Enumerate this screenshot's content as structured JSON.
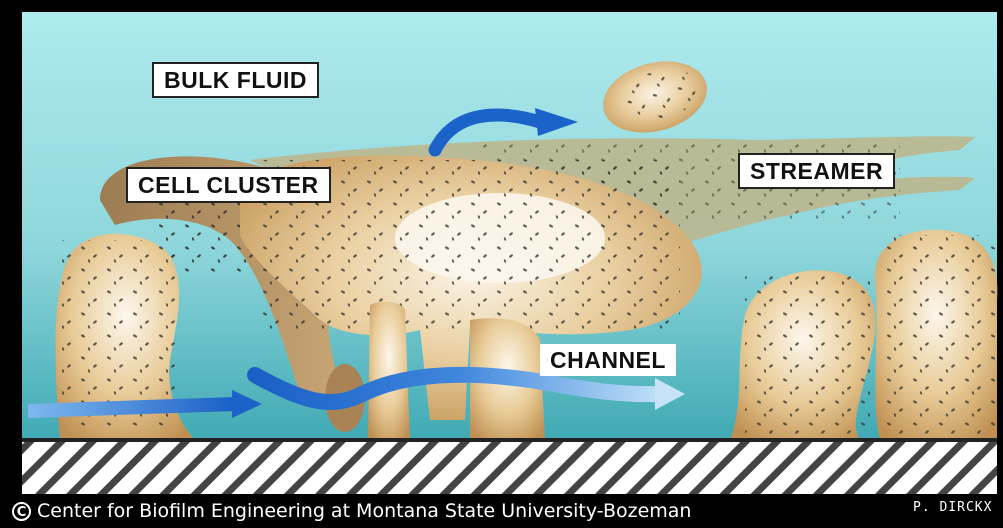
{
  "labels": {
    "bulk_fluid": "BULK FLUID",
    "cell_cluster": "CELL CLUSTER",
    "streamer": "STREAMER",
    "channel": "CHANNEL"
  },
  "footer": {
    "copyright_symbol": "C",
    "credit": "Center for Biofilm Engineering at Montana State University-Bozeman",
    "signature": "P. DIRCKX"
  },
  "colors": {
    "fluid_top": "#a8e6ea",
    "fluid_bottom": "#4fb7c0",
    "biofilm": "#d9b27a",
    "biofilm_light": "#f7ecd8",
    "streamer": "#b8b890",
    "flow_arrow": "#1b63c9",
    "substratum_hatch": "#444444"
  },
  "icons": [
    "copyright-icon",
    "flow-arrow"
  ]
}
